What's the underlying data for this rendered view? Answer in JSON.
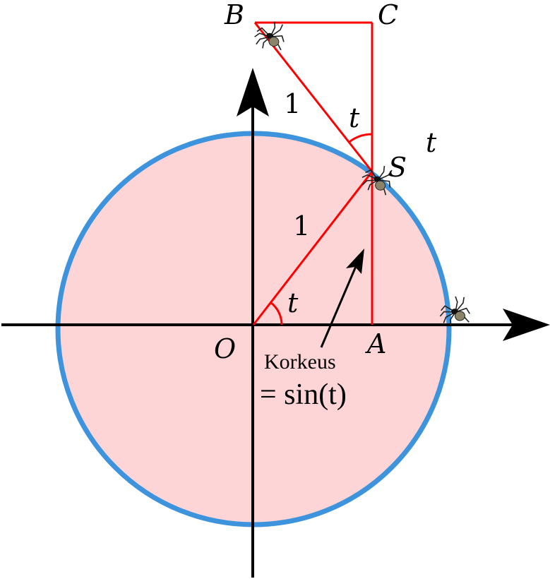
{
  "colors": {
    "circle_fill": "#fdd5d7",
    "circle_stroke": "#3d94dc",
    "red": "#ff0000",
    "axis": "#000000"
  },
  "points": {
    "B": "B",
    "C": "C",
    "S": "S",
    "O": "O",
    "A": "A"
  },
  "labels": {
    "one_upper": "1",
    "one_lower": "1",
    "t_center": "t",
    "t_top": "t",
    "t_right": "t"
  },
  "annotation": {
    "line1": "Korkeus",
    "line2": "= sin(t)"
  },
  "icons": [
    "spider-icon",
    "spider-icon",
    "spider-icon"
  ]
}
